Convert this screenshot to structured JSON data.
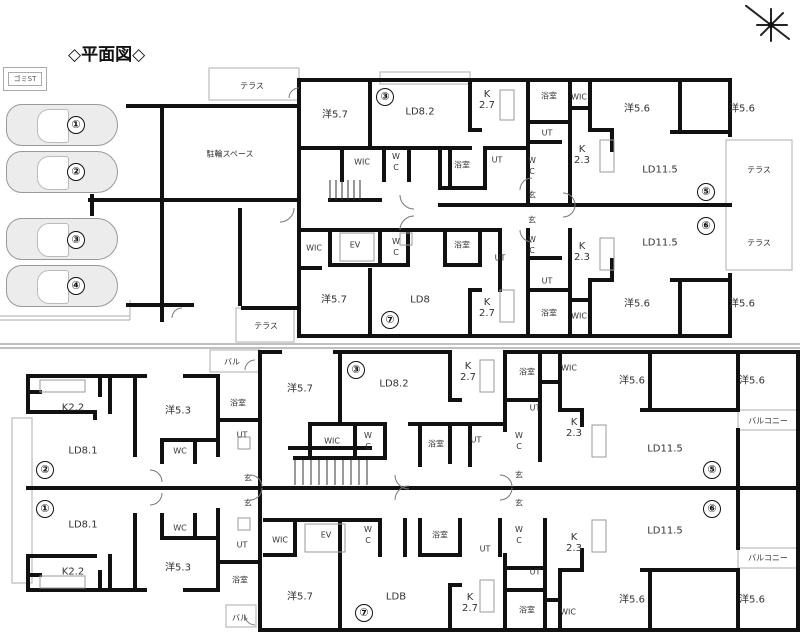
{
  "title": "◇平面図◇",
  "compass_icon": "north-arrow-star",
  "garbage_station": "ゴミST",
  "parking": {
    "bicycle_space": "駐輪スペース",
    "cars": [
      "①",
      "②",
      "③",
      "④"
    ]
  },
  "upper_floor": {
    "terraces": [
      "テラス",
      "テラス",
      "テラス",
      "テラス"
    ],
    "unit3": {
      "no": "③",
      "rooms": [
        "洋5.7",
        "LD8.2",
        "K\n2.7",
        "WIC",
        "W\nC",
        "浴室",
        "UT"
      ]
    },
    "unit7": {
      "no": "⑦",
      "rooms": [
        "洋5.7",
        "LD8",
        "K\n2.7",
        "WIC",
        "EV",
        "W\nC",
        "浴室",
        "UT"
      ]
    },
    "unit5": {
      "no": "⑤",
      "rooms": [
        "浴室",
        "WIC",
        "洋5.6",
        "洋5.6",
        "UT",
        "K\n2.3",
        "LD11.5",
        "W\nC",
        "玄"
      ]
    },
    "unit6": {
      "no": "⑥",
      "rooms": [
        "LD11.5",
        "K\n2.3",
        "W\nC",
        "UT",
        "浴室",
        "WIC",
        "洋5.6",
        "洋5.6",
        "玄"
      ]
    }
  },
  "lower_floor": {
    "balconies": [
      "バル",
      "バル",
      "バルコニー",
      "バルコニー"
    ],
    "unit2": {
      "no": "②",
      "rooms": [
        "K2.2",
        "LD8.1",
        "洋5.3",
        "WC",
        "浴室",
        "UT",
        "玄"
      ]
    },
    "unit1": {
      "no": "①",
      "rooms": [
        "LD8.1",
        "K2.2",
        "洋5.3",
        "WC",
        "UT",
        "浴室",
        "玄"
      ]
    },
    "unit3": {
      "no": "③",
      "rooms": [
        "洋5.7",
        "LD8.2",
        "K\n2.7",
        "WIC",
        "W\nC",
        "浴室",
        "UT"
      ]
    },
    "unit7": {
      "no": "⑦",
      "rooms": [
        "WIC",
        "EV",
        "W\nC",
        "浴室",
        "UT",
        "洋5.7",
        "LDB",
        "K\n2.7"
      ]
    },
    "unit5": {
      "no": "⑤",
      "rooms": [
        "浴室",
        "WIC",
        "洋5.6",
        "洋5.6",
        "UT",
        "K\n2.3",
        "LD11.5",
        "W\nC",
        "玄"
      ]
    },
    "unit6": {
      "no": "⑥",
      "rooms": [
        "LD11.5",
        "K\n2.3",
        "W\nC",
        "UT",
        "浴室",
        "WIC",
        "洋5.6",
        "洋5.6",
        "玄"
      ]
    }
  }
}
